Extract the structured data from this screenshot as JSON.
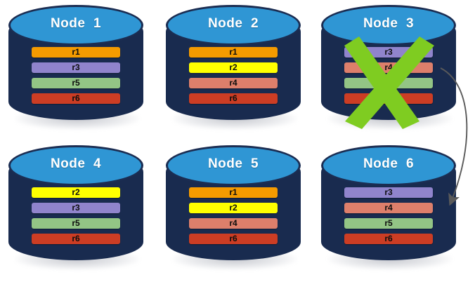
{
  "diagram": {
    "title_prefix": "Node",
    "palette": {
      "node_body": "#192B4F",
      "node_top": "#2F96D4",
      "node_outline": "#1B2D52",
      "cross": "#7FCC21",
      "arrow": "#5A5A5A",
      "background": "#FFFFFF"
    },
    "record_colors": {
      "r1": "#F59B00",
      "r2": "#FFFF00",
      "r3": "#9084CC",
      "r4": "#DD7F6B",
      "r5": "#93C585",
      "r6": "#CC3D24"
    },
    "nodes": [
      {
        "id": "node-1",
        "label": "Node  1",
        "failed": false,
        "records": [
          {
            "label": "r1",
            "color": "#F59B00"
          },
          {
            "label": "r3",
            "color": "#9084CC"
          },
          {
            "label": "r5",
            "color": "#93C585"
          },
          {
            "label": "r6",
            "color": "#CC3D24"
          }
        ]
      },
      {
        "id": "node-2",
        "label": "Node  2",
        "failed": false,
        "records": [
          {
            "label": "r1",
            "color": "#F59B00"
          },
          {
            "label": "r2",
            "color": "#FFFF00"
          },
          {
            "label": "r4",
            "color": "#DD7F6B"
          },
          {
            "label": "r6",
            "color": "#CC3D24"
          }
        ]
      },
      {
        "id": "node-3",
        "label": "Node  3",
        "failed": true,
        "records": [
          {
            "label": "r3",
            "color": "#9084CC"
          },
          {
            "label": "r4",
            "color": "#DD7F6B"
          },
          {
            "label": "r5",
            "color": "#93C585"
          },
          {
            "label": "r6",
            "color": "#CC3D24"
          }
        ]
      },
      {
        "id": "node-4",
        "label": "Node  4",
        "failed": false,
        "records": [
          {
            "label": "r2",
            "color": "#FFFF00"
          },
          {
            "label": "r3",
            "color": "#9084CC"
          },
          {
            "label": "r5",
            "color": "#93C585"
          },
          {
            "label": "r6",
            "color": "#CC3D24"
          }
        ]
      },
      {
        "id": "node-5",
        "label": "Node  5",
        "failed": false,
        "records": [
          {
            "label": "r1",
            "color": "#F59B00"
          },
          {
            "label": "r2",
            "color": "#FFFF00"
          },
          {
            "label": "r4",
            "color": "#DD7F6B"
          },
          {
            "label": "r6",
            "color": "#CC3D24"
          }
        ]
      },
      {
        "id": "node-6",
        "label": "Node  6",
        "failed": false,
        "records": [
          {
            "label": "r3",
            "color": "#9084CC"
          },
          {
            "label": "r4",
            "color": "#DD7F6B"
          },
          {
            "label": "r5",
            "color": "#93C585"
          },
          {
            "label": "r6",
            "color": "#CC3D24"
          }
        ]
      }
    ],
    "annotations": {
      "failure_marker": "x-cross-icon",
      "reassignment_arrow": "curved-arrow-icon"
    }
  }
}
